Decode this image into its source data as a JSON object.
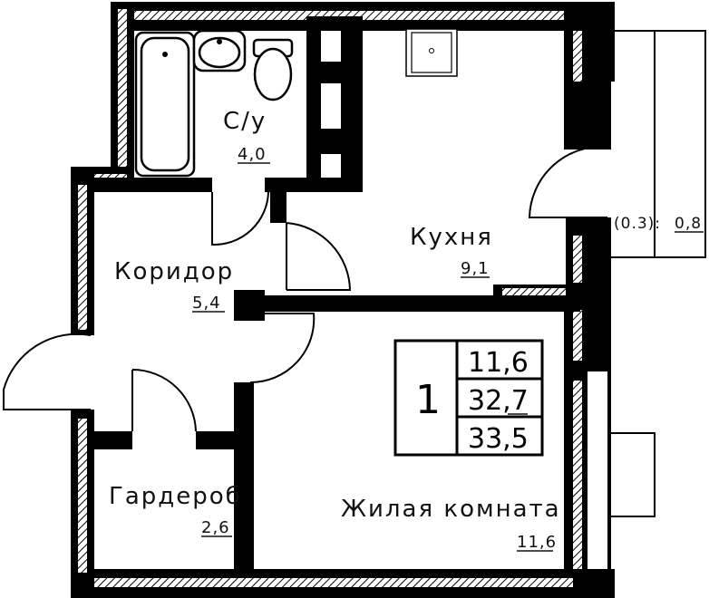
{
  "rooms": {
    "bathroom": {
      "label": "С/у",
      "area": "4,0"
    },
    "kitchen": {
      "label": "Кухня",
      "area": "9,1"
    },
    "corridor": {
      "label": "Коридор",
      "area": "5,4"
    },
    "wardrobe": {
      "label": "Гардероб",
      "area": "2,6"
    },
    "living": {
      "label": "Жилая комната",
      "area": "11,6"
    }
  },
  "balcony": {
    "coef": "(0.3):",
    "area": "0,8"
  },
  "summary": {
    "rooms_count": "1",
    "living_area": "11,6",
    "total_area": "32,7",
    "total_with_balcony": "33,5"
  }
}
